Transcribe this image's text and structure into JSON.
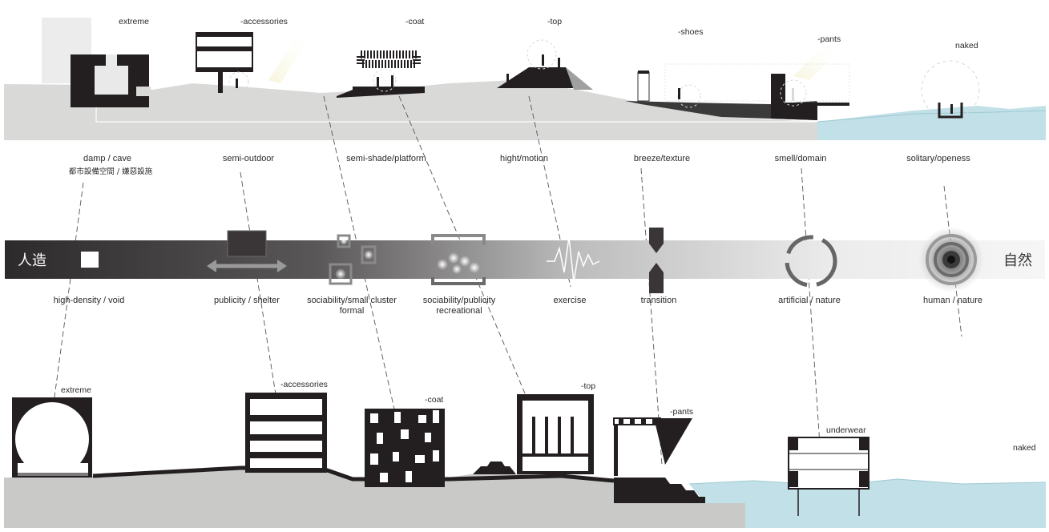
{
  "colors": {
    "ground": "#d9d9d8",
    "ground_lower": "#c9c9c8",
    "black": "#231f20",
    "water": "#b8dde6",
    "band_dark": "#2d2a2b",
    "band_light": "#f4f4f4"
  },
  "top_section": {
    "tags": [
      "extreme",
      "-accessories",
      "-coat",
      "-top",
      "-shoes",
      "-pants",
      "naked"
    ]
  },
  "qualities": [
    {
      "line1": "damp / cave",
      "line2": "都市設備空間 / 嫌惡設施"
    },
    {
      "line1": "semi-outdoor",
      "line2": ""
    },
    {
      "line1": "semi-shade/platform",
      "line2": ""
    },
    {
      "line1": "hight/motion",
      "line2": ""
    },
    {
      "line1": "breeze/texture",
      "line2": ""
    },
    {
      "line1": "smell/domain",
      "line2": ""
    },
    {
      "line1": "solitary/openess",
      "line2": ""
    }
  ],
  "spectrum": {
    "left_label": "人造",
    "right_label": "自然",
    "icons": [
      "square-icon",
      "shelter-arrow-icon",
      "cluster-icon",
      "recreation-icon",
      "wave-icon",
      "transition-icon",
      "ring-icon",
      "concentric-icon"
    ]
  },
  "uses": [
    {
      "line1": "high-density / void",
      "line2": ""
    },
    {
      "line1": "publicity / shelter",
      "line2": ""
    },
    {
      "line1": "sociability/small cluster",
      "line2": "formal"
    },
    {
      "line1": "sociability/publicity",
      "line2": "recreational"
    },
    {
      "line1": "exercise",
      "line2": ""
    },
    {
      "line1": "transition",
      "line2": ""
    },
    {
      "line1": "artificial / nature",
      "line2": ""
    },
    {
      "line1": "human / nature",
      "line2": ""
    }
  ],
  "bottom_section": {
    "tags": [
      "extreme",
      "-accessories",
      "-coat",
      "-top",
      "-pants",
      "underwear",
      "naked"
    ]
  }
}
